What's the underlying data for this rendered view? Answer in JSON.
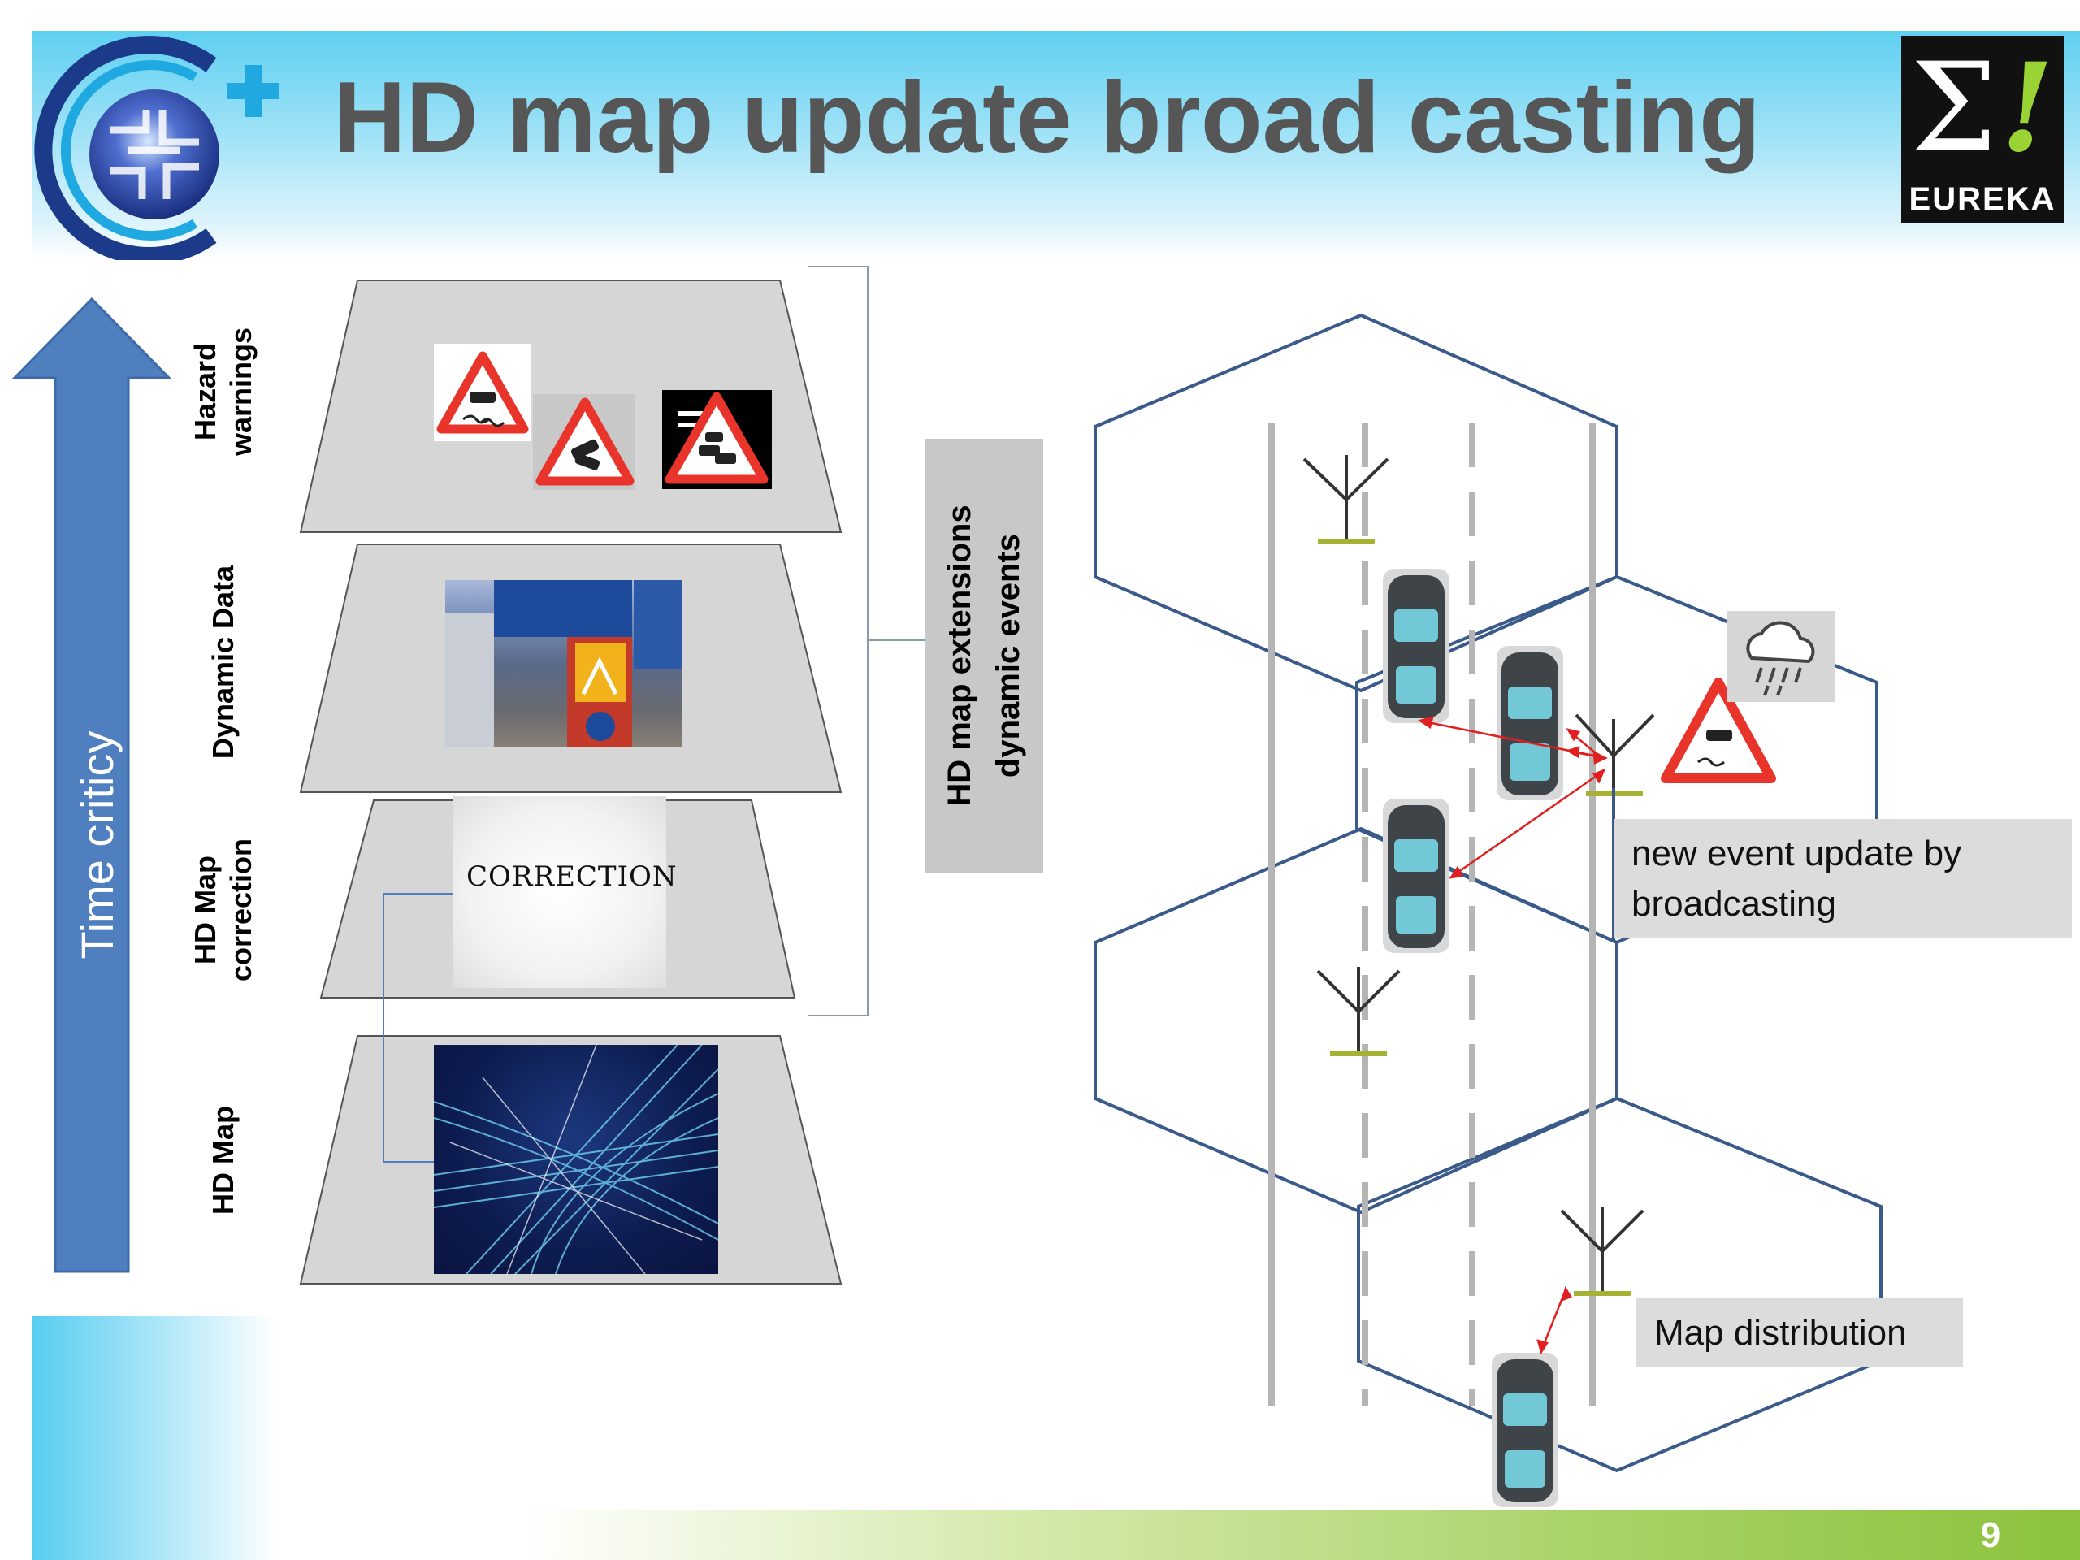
{
  "slide": {
    "title": "HD map update broad casting",
    "page_number": "9"
  },
  "logo": {
    "name": "eureka-logo",
    "sigma": "Σ",
    "bang": "!",
    "word": "EUREKA"
  },
  "layer_stack": {
    "axis_label": "Time criticy",
    "layers": [
      {
        "label": "Hazard\nwarnings"
      },
      {
        "label": "Dynamic Data"
      },
      {
        "label": "HD Map\ncorrection"
      },
      {
        "label": "HD Map"
      }
    ],
    "correction_image_text": "CORRECTION",
    "bracket_label": "HD map extensions\ndynamic events"
  },
  "diagram": {
    "event_callout": "new event update by broadcasting",
    "distribution_callout": "Map distribution"
  },
  "colors": {
    "header_blue": "#5fd0f1",
    "arrow_blue": "#4f7fbf",
    "hex_outline": "#3a5a8a",
    "link_red": "#e02020",
    "warning_red": "#e8342a",
    "footer_green": "#8cc23c",
    "title_grey": "#565656"
  }
}
